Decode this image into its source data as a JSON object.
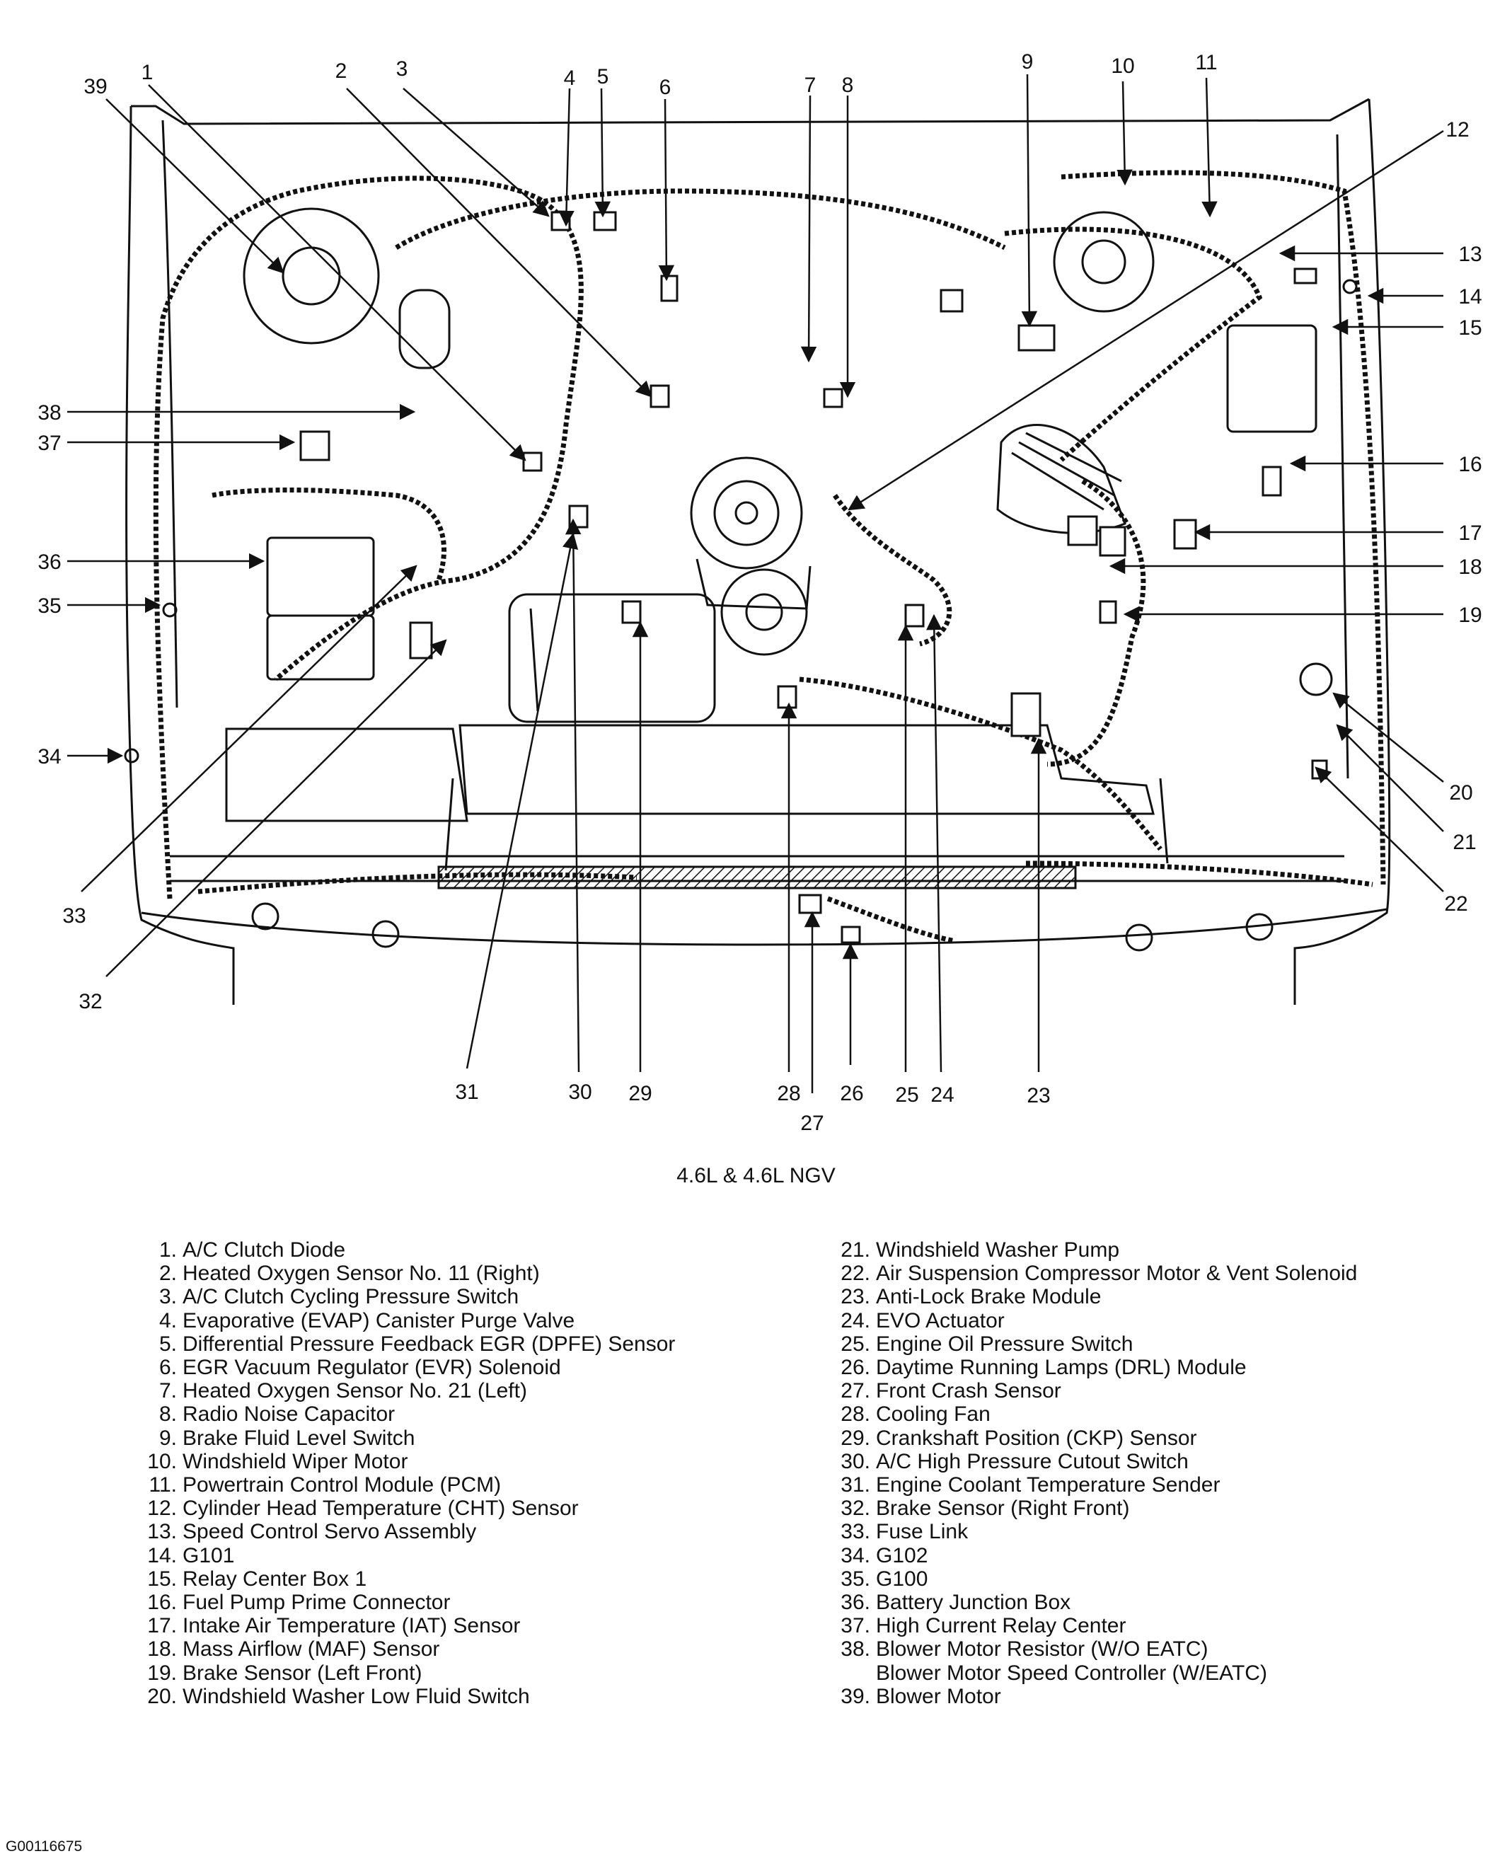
{
  "callouts": [
    "1",
    "2",
    "3",
    "4",
    "5",
    "6",
    "7",
    "8",
    "9",
    "10",
    "11",
    "12",
    "13",
    "14",
    "15",
    "16",
    "17",
    "18",
    "19",
    "20",
    "21",
    "22",
    "23",
    "24",
    "25",
    "26",
    "27",
    "28",
    "29",
    "30",
    "31",
    "32",
    "33",
    "34",
    "35",
    "36",
    "37",
    "38",
    "39"
  ],
  "caption": "4.6L & 4.6L NGV",
  "legend_left": [
    {
      "num": "1.",
      "label": "A/C Clutch Diode"
    },
    {
      "num": "2.",
      "label": "Heated Oxygen Sensor No. 11 (Right)"
    },
    {
      "num": "3.",
      "label": "A/C Clutch Cycling Pressure Switch"
    },
    {
      "num": "4.",
      "label": "Evaporative (EVAP) Canister Purge Valve"
    },
    {
      "num": "5.",
      "label": "Differential Pressure Feedback EGR (DPFE) Sensor"
    },
    {
      "num": "6.",
      "label": "EGR Vacuum Regulator (EVR) Solenoid"
    },
    {
      "num": "7.",
      "label": "Heated Oxygen Sensor No. 21 (Left)"
    },
    {
      "num": "8.",
      "label": "Radio Noise Capacitor"
    },
    {
      "num": "9.",
      "label": "Brake Fluid Level Switch"
    },
    {
      "num": "10.",
      "label": "Windshield Wiper Motor"
    },
    {
      "num": "11.",
      "label": "Powertrain Control Module (PCM)"
    },
    {
      "num": "12.",
      "label": "Cylinder Head Temperature (CHT) Sensor"
    },
    {
      "num": "13.",
      "label": "Speed Control Servo Assembly"
    },
    {
      "num": "14.",
      "label": "G101"
    },
    {
      "num": "15.",
      "label": "Relay Center Box 1"
    },
    {
      "num": "16.",
      "label": "Fuel Pump Prime Connector"
    },
    {
      "num": "17.",
      "label": "Intake Air Temperature (IAT) Sensor"
    },
    {
      "num": "18.",
      "label": "Mass Airflow (MAF) Sensor"
    },
    {
      "num": "19.",
      "label": "Brake Sensor (Left Front)"
    },
    {
      "num": "20.",
      "label": "Windshield Washer Low Fluid Switch"
    }
  ],
  "legend_right": [
    {
      "num": "21.",
      "label": "Windshield Washer Pump"
    },
    {
      "num": "22.",
      "label": "Air Suspension Compressor Motor & Vent Solenoid"
    },
    {
      "num": "23.",
      "label": "Anti-Lock Brake Module"
    },
    {
      "num": "24.",
      "label": "EVO Actuator"
    },
    {
      "num": "25.",
      "label": "Engine Oil Pressure Switch"
    },
    {
      "num": "26.",
      "label": "Daytime Running Lamps (DRL) Module"
    },
    {
      "num": "27.",
      "label": "Front Crash Sensor"
    },
    {
      "num": "28.",
      "label": "Cooling Fan"
    },
    {
      "num": "29.",
      "label": "Crankshaft Position (CKP) Sensor"
    },
    {
      "num": "30.",
      "label": "A/C High Pressure Cutout Switch"
    },
    {
      "num": "31.",
      "label": "Engine Coolant Temperature Sender"
    },
    {
      "num": "32.",
      "label": "Brake Sensor (Right Front)"
    },
    {
      "num": "33.",
      "label": "Fuse Link"
    },
    {
      "num": "34.",
      "label": "G102"
    },
    {
      "num": "35.",
      "label": "G100"
    },
    {
      "num": "36.",
      "label": "Battery Junction Box"
    },
    {
      "num": "37.",
      "label": "High Current Relay Center"
    },
    {
      "num": "38.",
      "label": "Blower Motor Resistor (W/O EATC)"
    },
    {
      "num": "",
      "label": "Blower Motor Speed Controller (W/EATC)"
    },
    {
      "num": "39.",
      "label": "Blower Motor"
    }
  ],
  "figure_code": "G00116675"
}
